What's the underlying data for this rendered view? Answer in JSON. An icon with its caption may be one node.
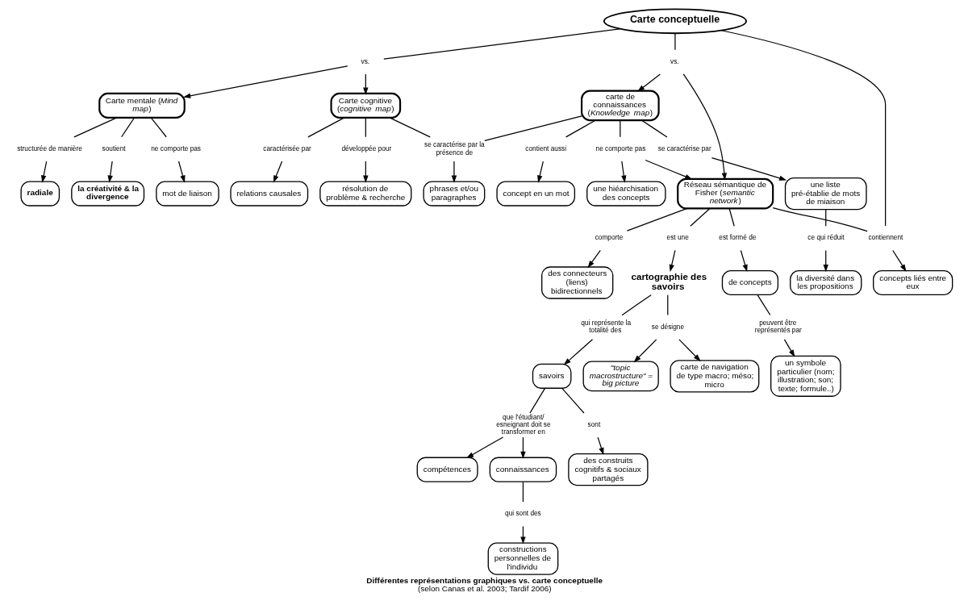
{
  "diagram": {
    "title": "Différentes représentations graphiques vs. carte conceptuelle",
    "caption": "(selon Canas et al. 2003; Tardif 2006)",
    "nodes": [
      {
        "text": [
          "phrases et/ou paragraphes"
        ]
      },
      {
        "text": [
          "résolution de problème & recherche"
        ]
      },
      {
        "text": [
          "développée pour"
        ]
      },
      {
        "text": [
          "se caractérise par la présence de"
        ]
      },
      {
        "text": [
          "contient aussi"
        ]
      },
      {
        "text": [
          "concept en un mot"
        ]
      },
      {
        "text": [
          "relations causales"
        ]
      },
      {
        "text": [
          "caractérisée par"
        ]
      },
      {
        "text": [
          "Carte cognitive (*cognitive map*)"
        ]
      },
      {
        "text": [
          "carte de connaissances (*Knowledge map*)"
        ]
      },
      {
        "text": [
          "se caractérise par"
        ]
      },
      {
        "text": [
          "une liste pré-établie de mots de miaison"
        ]
      },
      {
        "text": [
          "ce qui réduit"
        ]
      },
      {
        "text": [
          "la diversité dans les propositions"
        ]
      },
      {
        "text": [
          "vs."
        ]
      },
      {
        "text": [
          "Carte conceptuelle"
        ]
      },
      {
        "text": [
          "vs."
        ]
      },
      {
        "text": [
          "mot de liaison"
        ]
      },
      {
        "text": [
          "ne comporte pas"
        ]
      },
      {
        "text": [
          "ne comporte pas"
        ]
      },
      {
        "text": [
          "une hiéarchisation des concepts"
        ]
      },
      {
        "text": [
          "radiale"
        ]
      },
      {
        "text": [
          "structurée de manière"
        ]
      },
      {
        "text": [
          "Carte mentale (*Mind map*)"
        ]
      },
      {
        "text": [
          "contiennent"
        ]
      },
      {
        "text": [
          "Réseau sémantique de Fisher (*semantic network*)"
        ]
      },
      {
        "text": [
          "comporte"
        ]
      },
      {
        "text": [
          "des connecteurs (liens) bidirectionnels"
        ]
      },
      {
        "text": [
          "la créativité & la divergence"
        ]
      },
      {
        "text": [
          "soutient"
        ]
      },
      {
        "text": [
          "concepts liés entre eux"
        ]
      },
      {
        "text": [
          "est une"
        ]
      },
      {
        "text": [
          "est formé de"
        ]
      },
      {
        "text": [
          "de concepts"
        ]
      },
      {
        "text": [
          "peuvent être représentés par"
        ]
      },
      {
        "text": [
          "un symbole particulier (nom; illustration; son; texte; formule..)"
        ]
      },
      {
        "text": [
          "cartographie des savoirs"
        ]
      },
      {
        "text": [
          "qui représente la totalité des"
        ]
      },
      {
        "text": [
          "savoirs"
        ]
      },
      {
        "text": [
          "que l'étudiant/ esneignant doit se transformer en"
        ]
      },
      {
        "text": [
          "connaissances"
        ]
      },
      {
        "text": [
          "compétences"
        ]
      },
      {
        "text": [
          "se désigne"
        ]
      },
      {
        "text": [
          "sont"
        ]
      },
      {
        "text": [
          "qui sont des"
        ]
      },
      {
        "text": [
          "\"topic macrostructure\" = big picture"
        ]
      },
      {
        "text": [
          "carte de navigation de type macro; méso; micro"
        ]
      },
      {
        "text": [
          "des construits cognitifs & sociaux partagés"
        ]
      },
      {
        "text": [
          "constructions personnelles de l'individu"
        ]
      }
    ],
    "edges": [
      {
        "from": 8,
        "to": 2,
        "arrow": "none"
      },
      {
        "from": 2,
        "to": 1,
        "arrow": "to"
      },
      {
        "from": 8,
        "to": 3,
        "arrow": "none"
      },
      {
        "from": 9,
        "to": 3,
        "arrow": "none"
      },
      {
        "from": 3,
        "to": 0,
        "arrow": "to"
      },
      {
        "from": 9,
        "to": 4,
        "arrow": "none"
      },
      {
        "from": 4,
        "to": 5,
        "arrow": "to"
      },
      {
        "from": 8,
        "to": 7,
        "arrow": "none"
      },
      {
        "from": 7,
        "to": 6,
        "arrow": "to"
      },
      {
        "from": 9,
        "to": 10,
        "arrow": "none"
      },
      {
        "from": 10,
        "to": 11,
        "arrow": "to"
      },
      {
        "from": 11,
        "to": 12,
        "arrow": "none"
      },
      {
        "from": 12,
        "to": 13,
        "arrow": "to"
      },
      {
        "from": 15,
        "to": 14,
        "arrow": "none"
      },
      {
        "from": 14,
        "to": 8,
        "arrow": "to"
      },
      {
        "from": 14,
        "to": 23,
        "arrow": "to"
      },
      {
        "from": 15,
        "to": 16,
        "arrow": "none"
      },
      {
        "from": 16,
        "to": 9,
        "arrow": "to"
      },
      {
        "from": 16,
        "to": 25,
        "arrow": "to"
      },
      {
        "from": 23,
        "to": 18,
        "arrow": "none"
      },
      {
        "from": 18,
        "to": 17,
        "arrow": "to"
      },
      {
        "from": 9,
        "to": 19,
        "arrow": "none"
      },
      {
        "from": 19,
        "to": 20,
        "arrow": "to"
      },
      {
        "from": 19,
        "to": 25,
        "arrow": "to"
      },
      {
        "from": 23,
        "to": 22,
        "arrow": "none"
      },
      {
        "from": 22,
        "to": 21,
        "arrow": "to"
      },
      {
        "from": 23,
        "to": 29,
        "arrow": "none"
      },
      {
        "from": 29,
        "to": 28,
        "arrow": "to"
      },
      {
        "from": 15,
        "to": 24,
        "arrow": "none"
      },
      {
        "from": 25,
        "to": 24,
        "arrow": "none"
      },
      {
        "from": 24,
        "to": 30,
        "arrow": "to"
      },
      {
        "from": 25,
        "to": 26,
        "arrow": "none"
      },
      {
        "from": 26,
        "to": 27,
        "arrow": "to"
      },
      {
        "from": 25,
        "to": 31,
        "arrow": "none"
      },
      {
        "from": 31,
        "to": 36,
        "arrow": "to"
      },
      {
        "from": 25,
        "to": 32,
        "arrow": "none"
      },
      {
        "from": 32,
        "to": 33,
        "arrow": "to"
      },
      {
        "from": 33,
        "to": 34,
        "arrow": "none"
      },
      {
        "from": 34,
        "to": 35,
        "arrow": "to"
      },
      {
        "from": 36,
        "to": 37,
        "arrow": "none"
      },
      {
        "from": 37,
        "to": 38,
        "arrow": "to"
      },
      {
        "from": 38,
        "to": 39,
        "arrow": "none"
      },
      {
        "from": 39,
        "to": 40,
        "arrow": "to"
      },
      {
        "from": 39,
        "to": 41,
        "arrow": "to"
      },
      {
        "from": 36,
        "to": 42,
        "arrow": "none"
      },
      {
        "from": 42,
        "to": 45,
        "arrow": "to"
      },
      {
        "from": 42,
        "to": 46,
        "arrow": "to"
      },
      {
        "from": 38,
        "to": 43,
        "arrow": "none"
      },
      {
        "from": 43,
        "to": 47,
        "arrow": "to"
      },
      {
        "from": 40,
        "to": 44,
        "arrow": "none"
      },
      {
        "from": 44,
        "to": 48,
        "arrow": "to"
      }
    ]
  }
}
